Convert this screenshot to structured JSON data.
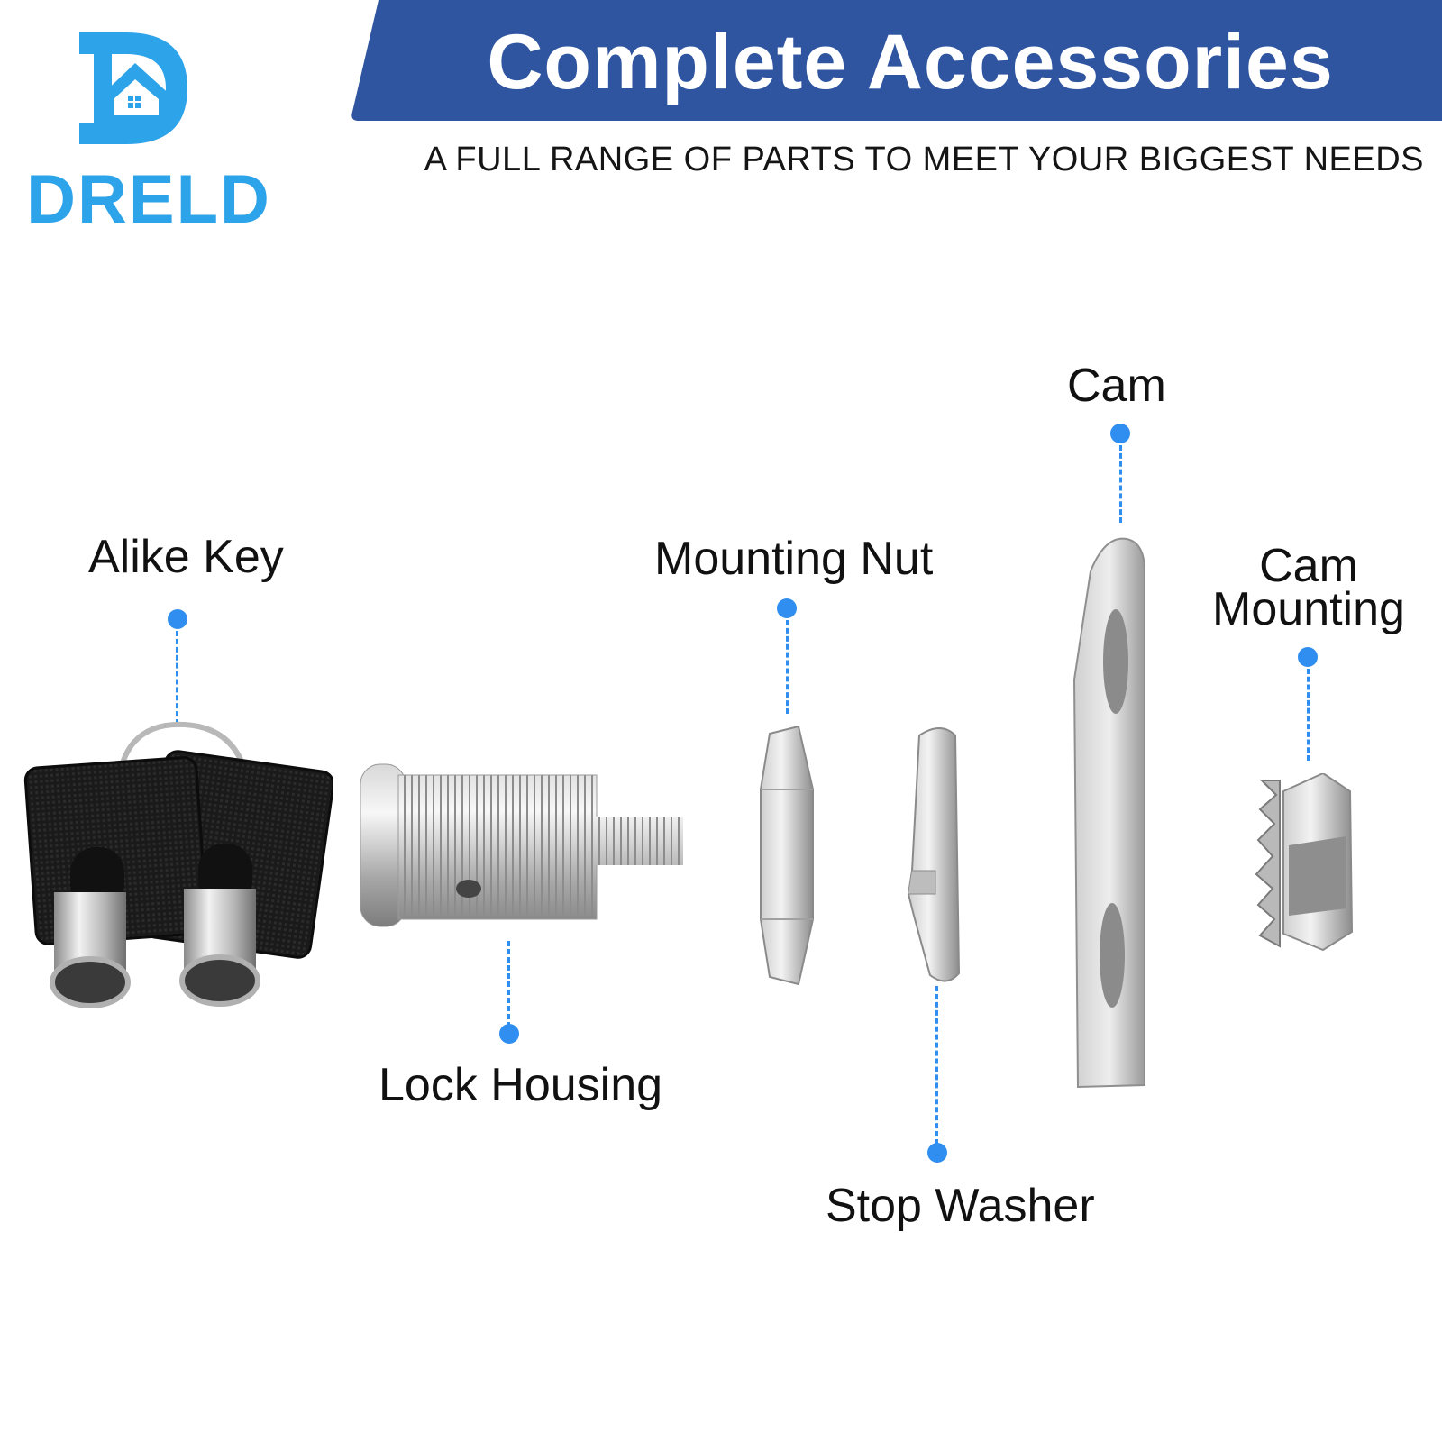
{
  "brand": {
    "name": "DRELD",
    "color": "#2da3ea"
  },
  "header": {
    "title": "Complete Accessories",
    "subtitle": "A FULL RANGE OF PARTS TO MEET YOUR BIGGEST NEEDS",
    "banner_color": "#2f55a0"
  },
  "accent_color": "#2f8ef0",
  "parts": {
    "alike_key": "Alike Key",
    "lock_housing": "Lock Housing",
    "mounting_nut": "Mounting Nut",
    "stop_washer": "Stop Washer",
    "cam": "Cam",
    "cam_mounting": "Cam Mounting"
  },
  "icons": [
    "house-d-logo-icon",
    "key-pair-icon",
    "lock-cylinder-icon",
    "hex-nut-icon",
    "washer-icon",
    "cam-plate-icon",
    "lock-nut-icon"
  ]
}
